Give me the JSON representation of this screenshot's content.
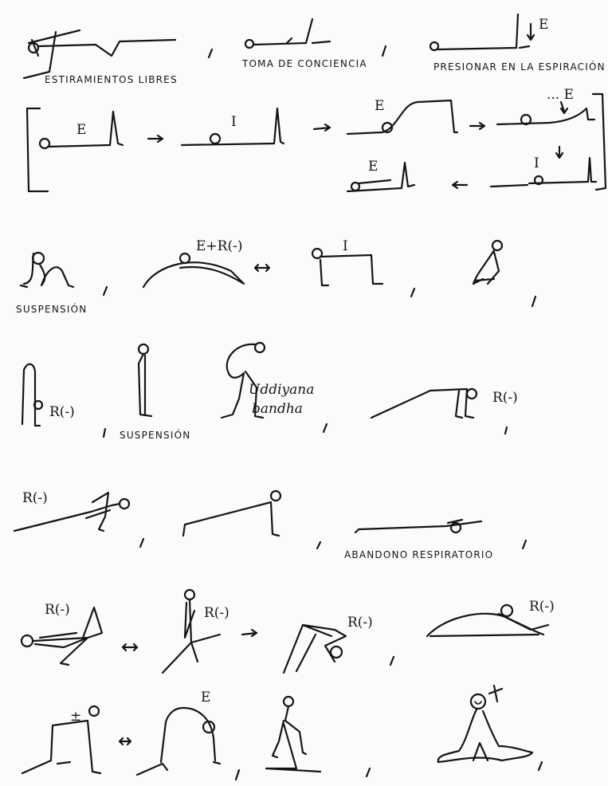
{
  "row1": {
    "label_estiramientos": "ESTIRAMIENTOS LIBRES",
    "label_toma": "TOMA DE CONCIENCIA",
    "label_presionar": "PRESIONAR EN LA ESPIRACIÓN",
    "mark_e": "E"
  },
  "row2": {
    "mark_e1": "E",
    "mark_i1": "I",
    "mark_e2": "E",
    "mark_e3": "... E",
    "mark_i2": "I",
    "mark_e4": "E"
  },
  "row3": {
    "label_suspension": "SUSPENSIÓN",
    "mark_erc": "E+R(-)",
    "mark_i": "I"
  },
  "row4": {
    "mark_r1": "R(-)",
    "label_suspension": "SUSPENSIÓN",
    "label_uddiyana": "Uddiyana",
    "label_bandha": "bandha",
    "mark_r2": "R(-)"
  },
  "row5": {
    "mark_r": "R(-)",
    "label_abandono": "ABANDONO RESPIRATORIO"
  },
  "row6": {
    "mark_r1": "R(-)",
    "mark_r2": "R(-)",
    "mark_r3": "R(-)",
    "mark_r4": "R(-)"
  },
  "row7": {
    "mark_pm": "±",
    "mark_e": "E"
  }
}
